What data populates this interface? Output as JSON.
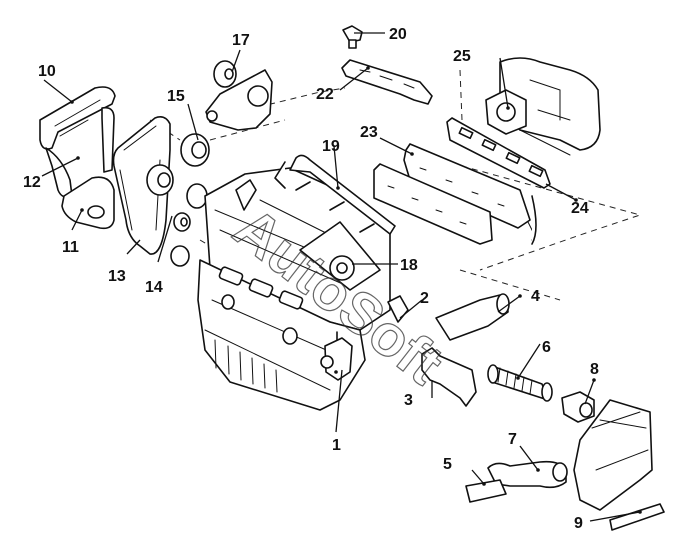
{
  "diagram": {
    "type": "exploded-parts-diagram",
    "subject": "engine assembly with timing belt, water pump, fuel rail, intake and exhaust manifolds",
    "watermark": "AutoSoft",
    "callouts": [
      {
        "id": "1",
        "label": "1"
      },
      {
        "id": "2",
        "label": "2"
      },
      {
        "id": "3",
        "label": "3"
      },
      {
        "id": "4",
        "label": "4"
      },
      {
        "id": "5",
        "label": "5"
      },
      {
        "id": "6",
        "label": "6"
      },
      {
        "id": "7",
        "label": "7"
      },
      {
        "id": "8",
        "label": "8"
      },
      {
        "id": "9",
        "label": "9"
      },
      {
        "id": "10",
        "label": "10"
      },
      {
        "id": "11",
        "label": "11"
      },
      {
        "id": "12",
        "label": "12"
      },
      {
        "id": "13",
        "label": "13"
      },
      {
        "id": "14",
        "label": "14"
      },
      {
        "id": "15",
        "label": "15"
      },
      {
        "id": "17",
        "label": "17"
      },
      {
        "id": "18",
        "label": "18"
      },
      {
        "id": "19",
        "label": "19"
      },
      {
        "id": "20",
        "label": "20"
      },
      {
        "id": "22",
        "label": "22"
      },
      {
        "id": "23",
        "label": "23"
      },
      {
        "id": "24",
        "label": "24"
      },
      {
        "id": "25",
        "label": "25"
      }
    ]
  }
}
